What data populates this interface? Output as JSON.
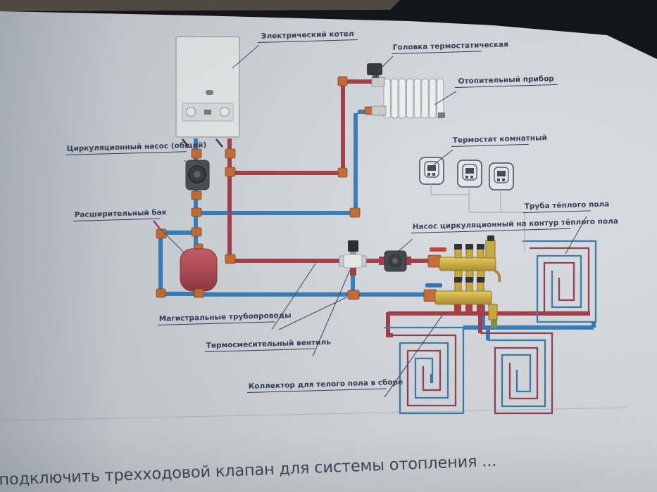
{
  "screen": {
    "caption": "подключить трехходовой клапан для системы отопления ...",
    "labels": {
      "boiler": "Электрический котел",
      "thermostatic_head": "Головка термостатическая",
      "radiator": "Отопительный прибор",
      "pump_common": "Циркуляционный насос (общий)",
      "thermostat_room": "Термостат комнатный",
      "expansion_tank": "Расширительный бак",
      "floor_pipe": "Труба тёплого пола",
      "pump_floor": "Насос циркуляционный на контур тёплого пола",
      "main_pipes": "Магистральные трубопроводы",
      "mixing_valve": "Термосмесительный вентиль",
      "collector": "Коллектор для телого пола в сборе"
    },
    "colors": {
      "supply_pipe": "#a23843",
      "return_pipe": "#2f7ab8",
      "fitting": "#c2692f",
      "brass": "#c9a835",
      "tank": "#b2474f",
      "floor_loop_supply": "#8e3c50",
      "floor_loop_return": "#3a78ab",
      "label_text": "#2c3850",
      "caption_text": "#3d4655",
      "bezel": "#141518",
      "wall": "#4f4941",
      "screen_bg": "#cdd2d8"
    }
  }
}
